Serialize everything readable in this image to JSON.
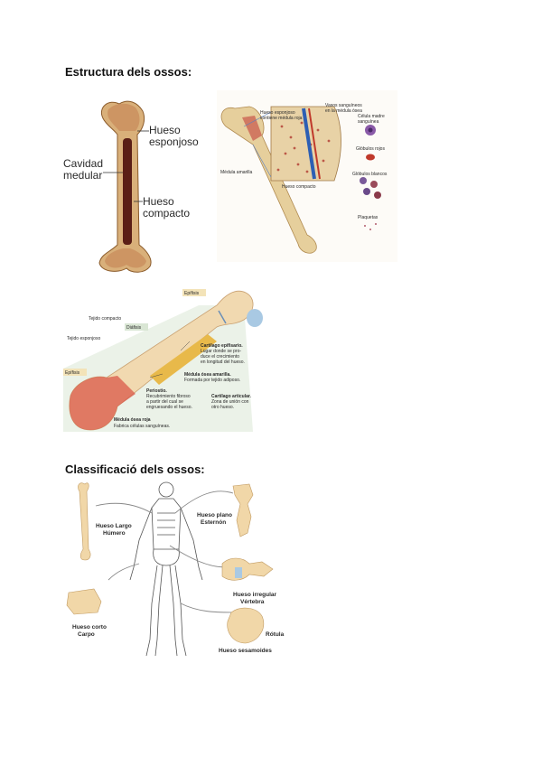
{
  "section1": {
    "title": "Estructura dels ossos:",
    "femur_labels": {
      "spongy_1": "Hueso",
      "spongy_2": "esponjoso",
      "medullary_1": "Cavidad",
      "medullary_2": "medular",
      "compact_1": "Hueso",
      "compact_2": "compacto"
    },
    "marrow_labels": {
      "spongy": "Hueso esponjoso",
      "spongy_sub": "contiene médula roja",
      "vessels": "Vasos sanguíneos",
      "vessels_sub": "en la médula ósea",
      "yellow": "Médula amarilla",
      "compact": "Hueso compacto",
      "stem": "Célula madre",
      "stem_sub": "sanguínea",
      "red_cells": "Glóbulos rojos",
      "white_cells": "Glóbulos blancos",
      "platelets": "Plaquetas"
    },
    "long_bone_labels": {
      "epiphysis_top": "Epífisis",
      "diaphysis": "Diáfisis",
      "epiphysis_left": "Epífisis",
      "compact": "Tejido compacto",
      "spongy": "Tejido esponjoso",
      "epi_cartilage": "Cartílago epifisario.",
      "epi_cartilage_d1": "Lugar donde se pro-",
      "epi_cartilage_d2": "duce el crecimiento",
      "epi_cartilage_d3": "en longitud del hueso.",
      "yellow": "Médula ósea amarilla.",
      "yellow_d": "Formada por tejido adiposo.",
      "periosteum": "Periostio.",
      "periosteum_d1": "Recubrimiento fibroso",
      "periosteum_d2": "a partir del cual se",
      "periosteum_d3": "engruesando el hueso.",
      "articular": "Cartílago articular.",
      "articular_d1": "Zona de unión con",
      "articular_d2": "otro hueso.",
      "red": "Médula ósea roja",
      "red_d": "Fabrica células sanguíneas."
    }
  },
  "section2": {
    "title": "Classificació dels ossos:",
    "labels": {
      "long_1": "Hueso Largo",
      "long_2": "Húmero",
      "flat_1": "Hueso plano",
      "flat_2": "Esternón",
      "irregular_1": "Hueso irregular",
      "irregular_2": "Vértebra",
      "short_1": "Hueso corto",
      "short_2": "Carpo",
      "sesamoid_1": "Rótula",
      "sesamoid_2": "Hueso sesamoides"
    }
  },
  "colors": {
    "bone": "#e9c98f",
    "bone_dark": "#a8783e",
    "marrow_red": "#c8483b",
    "marrow_yellow": "#e8b94a",
    "cartilage": "#a9c9e3"
  }
}
